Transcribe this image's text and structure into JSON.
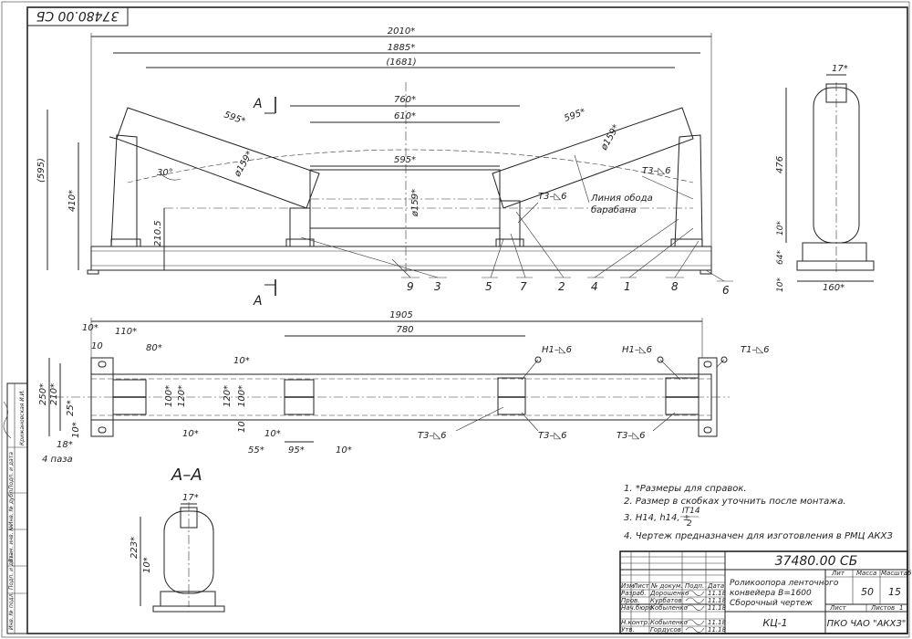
{
  "doc_code_rotated": "37480.00 СБ",
  "dims_top": {
    "d2010": "2010*",
    "d1885": "1885*",
    "d1681": "(1681)",
    "d760": "760*",
    "d610": "610*",
    "d595_left": "595*",
    "d595_right": "595*",
    "d595_center": "595*",
    "d159_left": "ø159*",
    "d159_right": "ø159*",
    "d159_center": "ø159*",
    "d30": "30°",
    "d595_vert": "(595)",
    "d410": "410*",
    "d2105": "210.5",
    "d476": "476",
    "d17": "17*",
    "d10": "10*",
    "d64": "64*",
    "d10b": "10*",
    "d160": "160*"
  },
  "section_mark": "А",
  "weld_labels": {
    "t3_top_right": "Т3–◺6",
    "t3_top_center": "Т3–◺6",
    "t3_plan_1": "Т3–◺6",
    "t3_plan_2": "Т3–◺6",
    "t3_plan_3": "Т3–◺6",
    "h1_a": "Н1–◺6",
    "h1_b": "Н1–◺6",
    "t1": "Т1–◺6"
  },
  "drum_note": [
    "Линия обода",
    "барабана"
  ],
  "positions": [
    "9",
    "3",
    "5",
    "7",
    "2",
    "4",
    "1",
    "8",
    "6"
  ],
  "dims_plan": {
    "d1905": "1905",
    "d780": "780",
    "d110": "110*",
    "d10a": "10*",
    "d10b": "10",
    "d80": "80*",
    "d250": "250*",
    "d210": "210*",
    "d25": "25*",
    "d10c": "10*",
    "d18": "18*",
    "holes": "4 паза",
    "d100a": "100*",
    "d120a": "120*",
    "d120b": "120*",
    "d100b": "100*",
    "d10d": "10*",
    "d10e": "10*",
    "d10f": "10",
    "d10g": "10*",
    "d55": "55*",
    "d95": "95*",
    "d10h": "10*"
  },
  "section_title": "А–А",
  "section_dims": {
    "d17": "17*",
    "d223": "223*",
    "d10": "10*"
  },
  "notes": [
    "1. *Размеры для справок.",
    "2. Размер в скобках уточнить после монтажа.",
    "3. Н14, h14, ±",
    "4. Чертеж предназначен для изготовления в РМЦ АКХЗ"
  ],
  "note3_frac": {
    "num": "IT14",
    "den": "2"
  },
  "title_block": {
    "doc_number": "37480.00 СБ",
    "name": [
      "Роликоопора ленточного",
      "конвейера В=1600",
      "Сборочный чертеж"
    ],
    "hdr": [
      "Изм",
      "Лист",
      "№ докум.",
      "Подп.",
      "Дата"
    ],
    "rows": [
      {
        "role": "Разраб.",
        "name": "Дорошенко",
        "date": "11.18"
      },
      {
        "role": "Пров.",
        "name": "Курбатов",
        "date": "11.18"
      },
      {
        "role": "Нач.бюро",
        "name": "Кобыленко",
        "date": "11.18"
      },
      {
        "role": "Н.контр.",
        "name": "Кобыленко",
        "date": "11.18"
      },
      {
        "role": "Утв.",
        "name": "Гордусов",
        "date": "11.18"
      }
    ],
    "lit_label": "Лит",
    "mass_label": "Масса",
    "scale_label": "Масштаб",
    "mass": "50",
    "scale": "15",
    "sheet_label": "Лист",
    "sheets_label": "Листов",
    "sheets": "1",
    "code": "КЦ-1",
    "org": "ПКО ЧАО \"АКХЗ\""
  },
  "side_stamp": [
    "Инв. № подл.",
    "Подп. и дата",
    "Взам. инв. №",
    "Инв. № дубл.",
    "Подп. и дата"
  ],
  "side_stamp_sig": "Крижановская И.И."
}
